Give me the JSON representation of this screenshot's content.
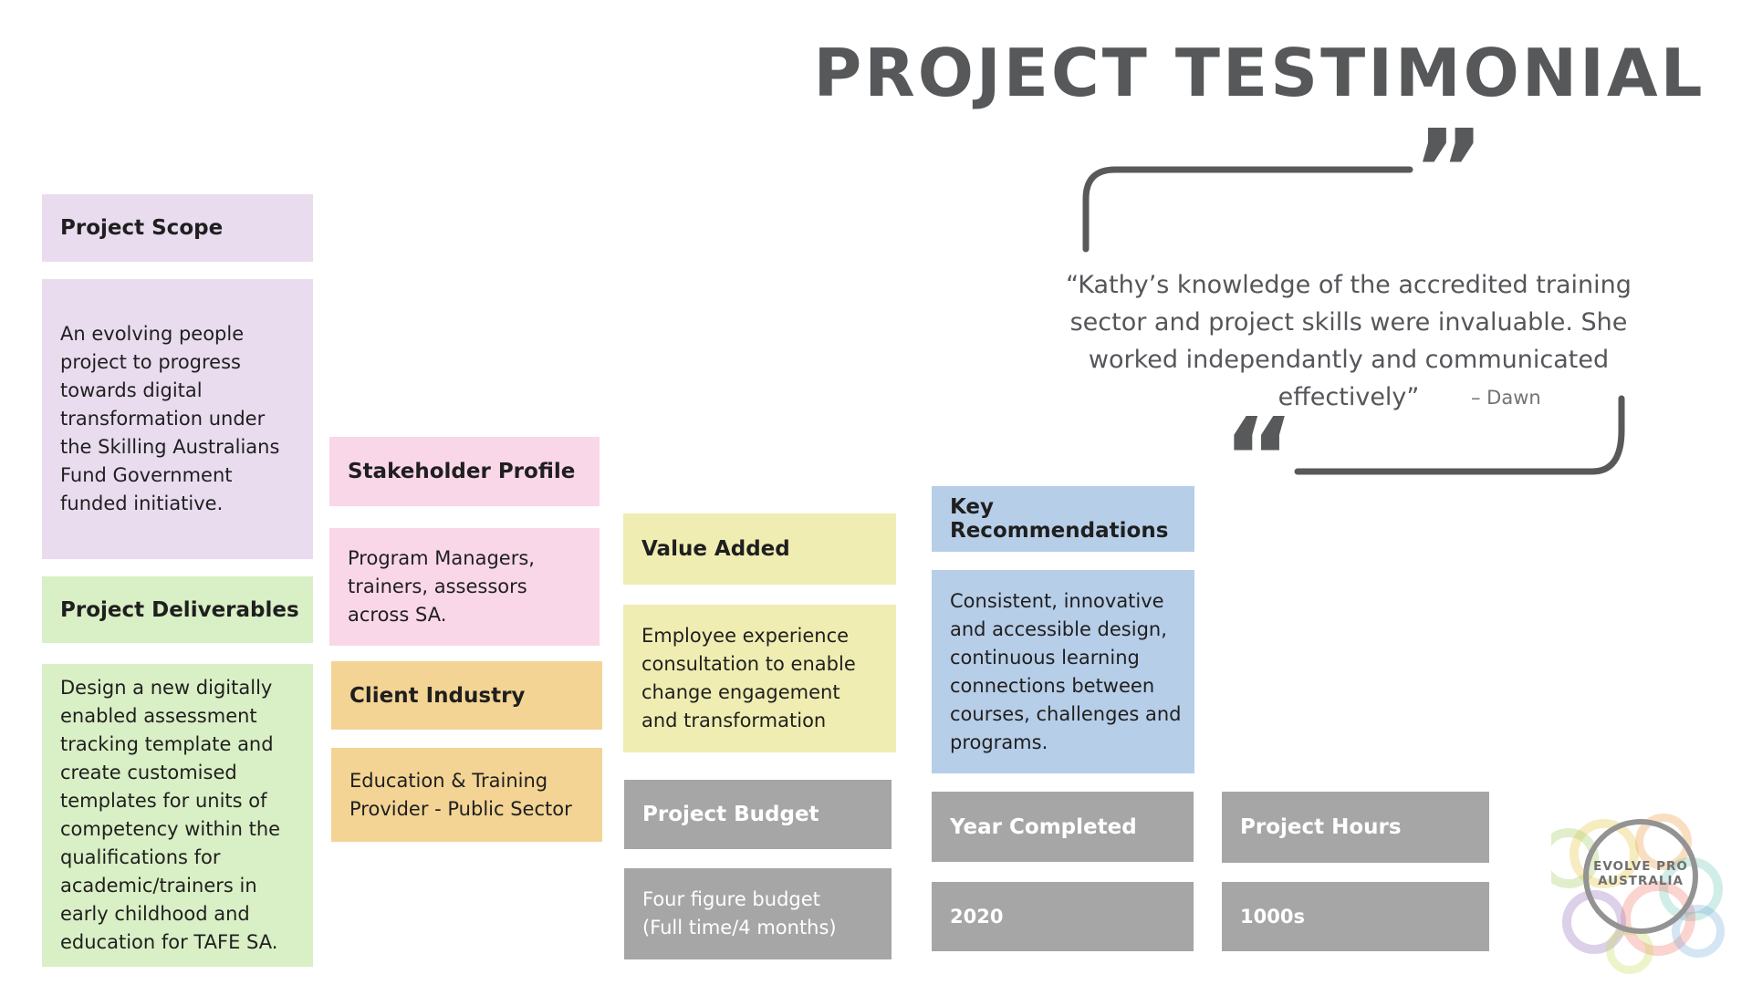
{
  "title": "PROJECT TESTIMONIAL",
  "testimonial": {
    "quote": "“Kathy’s knowledge of the accredited training\nsector and project skills were invaluable. She\nworked independantly and communicated\neffectively”",
    "attribution": "– Dawn",
    "open_quote": "“",
    "close_quote": "”"
  },
  "cards": [
    {
      "id": "project-scope",
      "header": "Project Scope",
      "body": "An evolving people\nproject to progress\ntowards digital\ntransformation under\nthe Skilling Australians\nFund Government\nfunded initiative.",
      "bg": "#e9dcef"
    },
    {
      "id": "project-deliverables",
      "header": "Project Deliverables",
      "body": "Design a new digitally\nenabled assessment\ntracking template and\ncreate customised\ntemplates for units of\ncompetency within the\nqualifications for\nacademic/trainers in\nearly childhood and\neducation for TAFE SA.",
      "bg": "#d9efc5"
    },
    {
      "id": "stakeholder-profile",
      "header": "Stakeholder Profile",
      "body": "Program Managers,\ntrainers, assessors\nacross SA.",
      "bg": "#f9d7e8"
    },
    {
      "id": "client-industry",
      "header": "Client Industry",
      "body": "Education & Training\nProvider - Public Sector",
      "bg": "#f3d494"
    },
    {
      "id": "value-added",
      "header": "Value Added",
      "body": " Employee experience\nconsultation to enable\nchange engagement\nand transformation",
      "bg": "#f0edb2"
    },
    {
      "id": "project-budget",
      "header": "Project Budget",
      "body": "Four figure budget\n(Full time/4 months)",
      "bg": "#a6a6a6"
    },
    {
      "id": "key-recommendations",
      "header": "Key Recommendations",
      "body": "Consistent, innovative\nand accessible design,\ncontinuous learning\nconnections between\ncourses, challenges and\nprograms.",
      "bg": "#b7cee8"
    },
    {
      "id": "year-completed",
      "header": "Year Completed",
      "body": "2020",
      "bg": "#a6a6a6"
    },
    {
      "id": "project-hours",
      "header": "Project Hours",
      "body": "1000s",
      "bg": "#a6a6a6"
    }
  ],
  "logo": {
    "line1": "EVOLVE PRO",
    "line2": "AUSTRALIA"
  },
  "colors": {
    "title_text": "#57585a",
    "quote_text": "#55565a",
    "quote_line": "#58595b",
    "purple": "#e9dcef",
    "green": "#d9efc5",
    "pink": "#f9d7e8",
    "orange": "#f3d494",
    "yellow": "#f0edb2",
    "blue": "#b7cee8",
    "gray": "#a6a6a6",
    "logo_ring": "#939393"
  }
}
